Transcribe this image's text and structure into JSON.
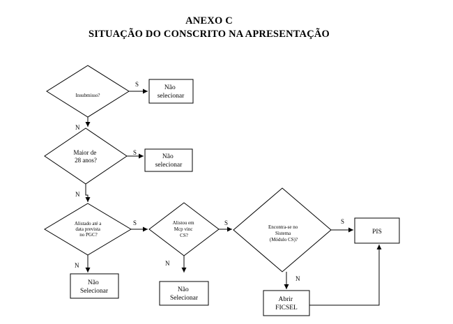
{
  "header": {
    "title": "ANEXO C",
    "subtitle": "SITUAÇÃO DO CONSCRITO NA APRESENTAÇÃO"
  },
  "flowchart": {
    "decisions": [
      {
        "id": "d1",
        "lines": [
          "Insubmisso?"
        ]
      },
      {
        "id": "d2",
        "lines": [
          "Maior de",
          "28 anos?"
        ]
      },
      {
        "id": "d3",
        "lines": [
          "Alistado até a",
          "data prevista",
          "no PGC?"
        ]
      },
      {
        "id": "d4",
        "lines": [
          "Alistou em",
          "Mcp vinc",
          "CS?"
        ]
      },
      {
        "id": "d5",
        "lines": [
          "Encontra-se no",
          "Sistema",
          "(Módulo CS)?"
        ]
      }
    ],
    "boxes": [
      {
        "id": "b1",
        "lines": [
          "Não",
          "selecionar"
        ]
      },
      {
        "id": "b2",
        "lines": [
          "Não",
          "selecionar"
        ]
      },
      {
        "id": "b3",
        "lines": [
          "Não",
          "Selecionar"
        ]
      },
      {
        "id": "b4",
        "lines": [
          "Não",
          "Selecionar"
        ]
      },
      {
        "id": "b5",
        "lines": [
          "Abrir",
          "FICSEL"
        ]
      },
      {
        "id": "b6",
        "lines": [
          "PIS"
        ]
      }
    ],
    "labels": {
      "yes": "S",
      "no": "N"
    }
  }
}
